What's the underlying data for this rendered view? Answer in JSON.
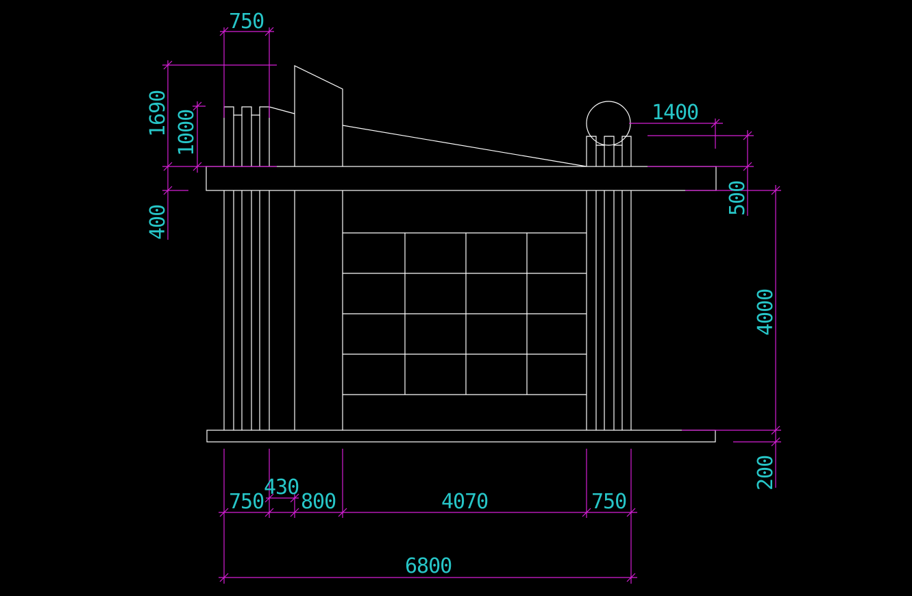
{
  "colors": {
    "background": "#000000",
    "geometry": "#ffffff",
    "dimension_lines": "#d61fd6",
    "dimension_text": "#27c6c8"
  },
  "dimensions": {
    "top_750": "750",
    "h_1690": "1690",
    "h_1000": "1000",
    "h_400": "400",
    "d_1400": "1400",
    "h_500": "500",
    "h_4000": "4000",
    "h_200": "200",
    "w_750_left": "750",
    "w_430": "430",
    "w_800": "800",
    "w_4070": "4070",
    "w_750_right": "750",
    "w_6800": "6800"
  }
}
